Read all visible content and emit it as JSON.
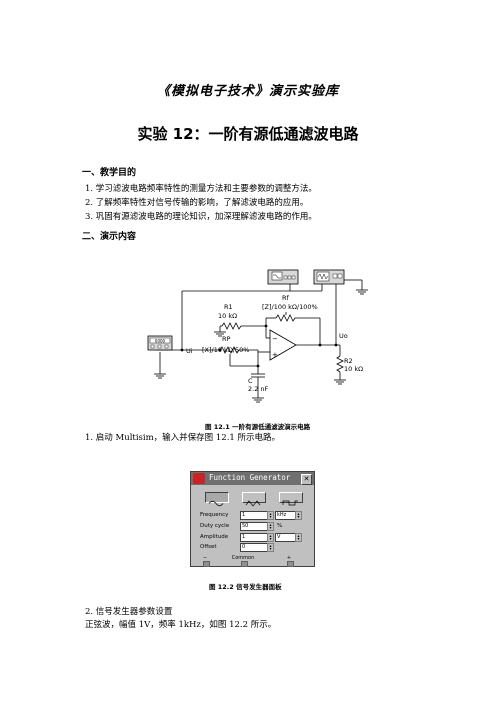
{
  "header": "《模拟电子技术》演示实验库",
  "title": "实验 12：一阶有源低通滤波电路",
  "section1": {
    "heading": "一、教学目的",
    "items": [
      "1.  学习滤波电路频率特性的测量方法和主要参数的调整方法。",
      "2.  了解频率特性对信号传输的影响，了解滤波电路的应用。",
      "3.  巩固有源滤波电路的理论知识，加深理解滤波电路的作用。"
    ]
  },
  "section2": {
    "heading": "二、演示内容"
  },
  "circuit": {
    "r1_label": "R1",
    "r1_value": "10 kΩ",
    "rf_label": "Rf",
    "rf_value": "[Z]/100 kΩ/100%",
    "rp_label": "RP",
    "rp_value": "[X]/10 kΩ/50%",
    "c_label": "C",
    "c_value": "2.2 nF",
    "r2_label": "R2",
    "r2_value": "10 kΩ",
    "ui_label": "Ui",
    "uo_label": "Uo",
    "gen_label": "0000"
  },
  "caption1": "图 12.1    一阶有源低通滤波演示电路",
  "step1": "1.  启动 Multisim，输入并保存图 12.1 所示电路。",
  "function_generator": {
    "window_title": "Function Generator",
    "close_label": "✕",
    "params": [
      {
        "label": "Frequency",
        "value": "1",
        "unit": "kHz"
      },
      {
        "label": "Duty cycle",
        "value": "50",
        "unit": "%"
      },
      {
        "label": "Amplitude",
        "value": "1",
        "unit": "V"
      },
      {
        "label": "Offset",
        "value": "0",
        "unit": ""
      }
    ],
    "term_minus": "−",
    "term_common": "Common",
    "term_plus": "+"
  },
  "caption2": "图 12.2    信号发生器面板",
  "step2": "2. 信号发生器参数设置",
  "step2_text": "正弦波，幅值 1V，频率 1kHz，如图 12.2 所示。"
}
